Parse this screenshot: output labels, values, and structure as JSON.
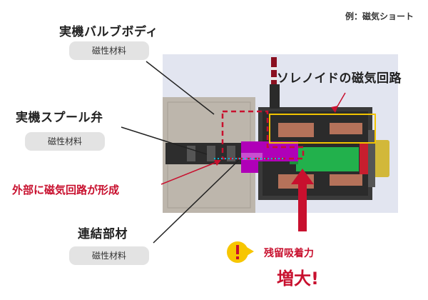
{
  "example_note": "例：磁気ショート",
  "labels": {
    "valve_body": "実機バルブボディ",
    "spool_valve": "実機スプール弁",
    "connecting_member": "連結部材",
    "solenoid_circuit": "ソレノイドの磁気回路",
    "external_circuit": "外部に磁気回路が形成"
  },
  "badges": {
    "valve_body": "磁性材料",
    "spool_valve": "磁性材料",
    "connecting_member": "磁性材料"
  },
  "result": {
    "force": "残留吸着力",
    "increase": "増大!"
  },
  "colors": {
    "highlight_red": "#c8102e",
    "solenoid_frame": "#f2c300",
    "plunger": "#22b14c",
    "connector": "#b000b8",
    "coil": "#b5725a",
    "alert_icon": "#f7c600"
  },
  "icons": [
    "alert-icon"
  ]
}
